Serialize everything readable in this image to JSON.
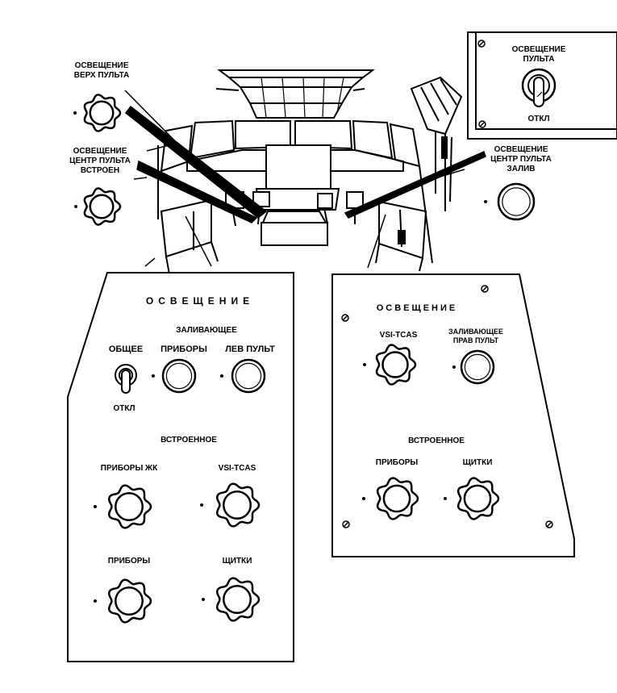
{
  "top_labels": {
    "overhead": [
      "ОСВЕЩЕНИЕ",
      "ВЕРХ ПУЛЬТА"
    ],
    "center_built_in": [
      "ОСВЕЩЕНИЕ",
      "ЦЕНТР ПУЛЬТА",
      "ВСТРОЕН"
    ],
    "center_flood": [
      "ОСВЕЩЕНИЕ",
      "ЦЕНТР ПУЛЬТА",
      "ЗАЛИВ"
    ]
  },
  "panel_inset": {
    "switch_label": [
      "ОСВЕЩЕНИЕ",
      "ПУЛЬТА"
    ],
    "off_label": "ОТКЛ"
  },
  "left_panel": {
    "title": "ОСВЕЩЕНИЕ",
    "flood_heading": "ЗАЛИВАЮЩЕЕ",
    "general_label": "ОБЩЕЕ",
    "off_label": "ОТКЛ",
    "instruments_flood_label": "ПРИБОРЫ",
    "left_console_label": "ЛЕВ ПУЛЬТ",
    "builtin_heading": "ВСТРОЕННОЕ",
    "lcd_instruments_label": "ПРИБОРЫ ЖК",
    "vsi_tcas_label": "VSI-TCAS",
    "instruments_label": "ПРИБОРЫ",
    "panels_label": "ЩИТКИ"
  },
  "right_panel": {
    "title": "ОСВЕЩЕНИЕ",
    "vsi_tcas_label": "VSI-TCAS",
    "flood_right_console_label": [
      "ЗАЛИВАЮЩЕЕ",
      "ПРАВ ПУЛЬТ"
    ],
    "builtin_heading": "ВСТРОЕННОЕ",
    "instruments_label": "ПРИБОРЫ",
    "panels_label": "ЩИТКИ"
  },
  "knobs": [
    {
      "id": "knob-overhead",
      "style": "scalloped"
    },
    {
      "id": "knob-center-builtin",
      "style": "scalloped"
    },
    {
      "id": "knob-center-flood",
      "style": "smooth"
    },
    {
      "id": "knob-left-instruments-flood",
      "style": "smooth"
    },
    {
      "id": "knob-left-console",
      "style": "smooth"
    },
    {
      "id": "knob-lcd-instruments",
      "style": "scalloped"
    },
    {
      "id": "knob-left-vsi-tcas",
      "style": "scalloped"
    },
    {
      "id": "knob-left-instruments",
      "style": "scalloped"
    },
    {
      "id": "knob-left-panels",
      "style": "scalloped"
    },
    {
      "id": "knob-right-vsi-tcas",
      "style": "scalloped"
    },
    {
      "id": "knob-right-flood-console",
      "style": "smooth"
    },
    {
      "id": "knob-right-instruments",
      "style": "scalloped"
    },
    {
      "id": "knob-right-panels",
      "style": "scalloped"
    }
  ]
}
